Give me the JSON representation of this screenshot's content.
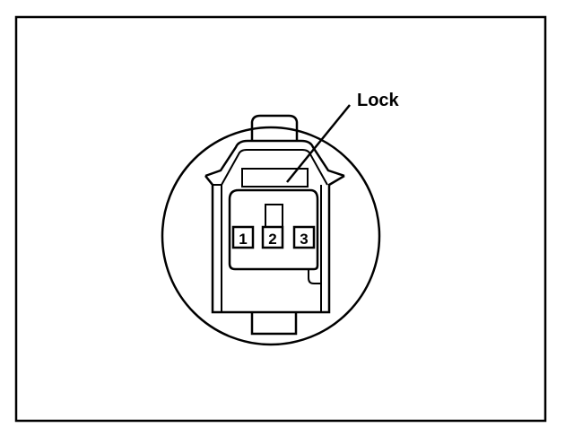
{
  "diagram": {
    "callout_label": "Lock",
    "pins": [
      {
        "label": "1"
      },
      {
        "label": "2"
      },
      {
        "label": "3"
      }
    ]
  }
}
